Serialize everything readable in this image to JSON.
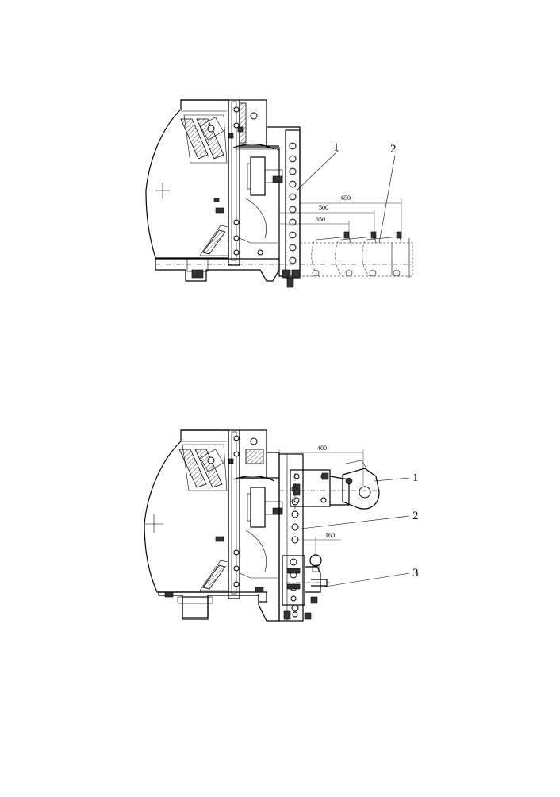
{
  "drawing_top": {
    "callouts": [
      "1",
      "2"
    ],
    "dimensions": [
      "650",
      "500",
      "350"
    ]
  },
  "drawing_bottom": {
    "callouts": [
      "1",
      "2",
      "3"
    ],
    "dimensions": [
      "400",
      "160"
    ]
  }
}
